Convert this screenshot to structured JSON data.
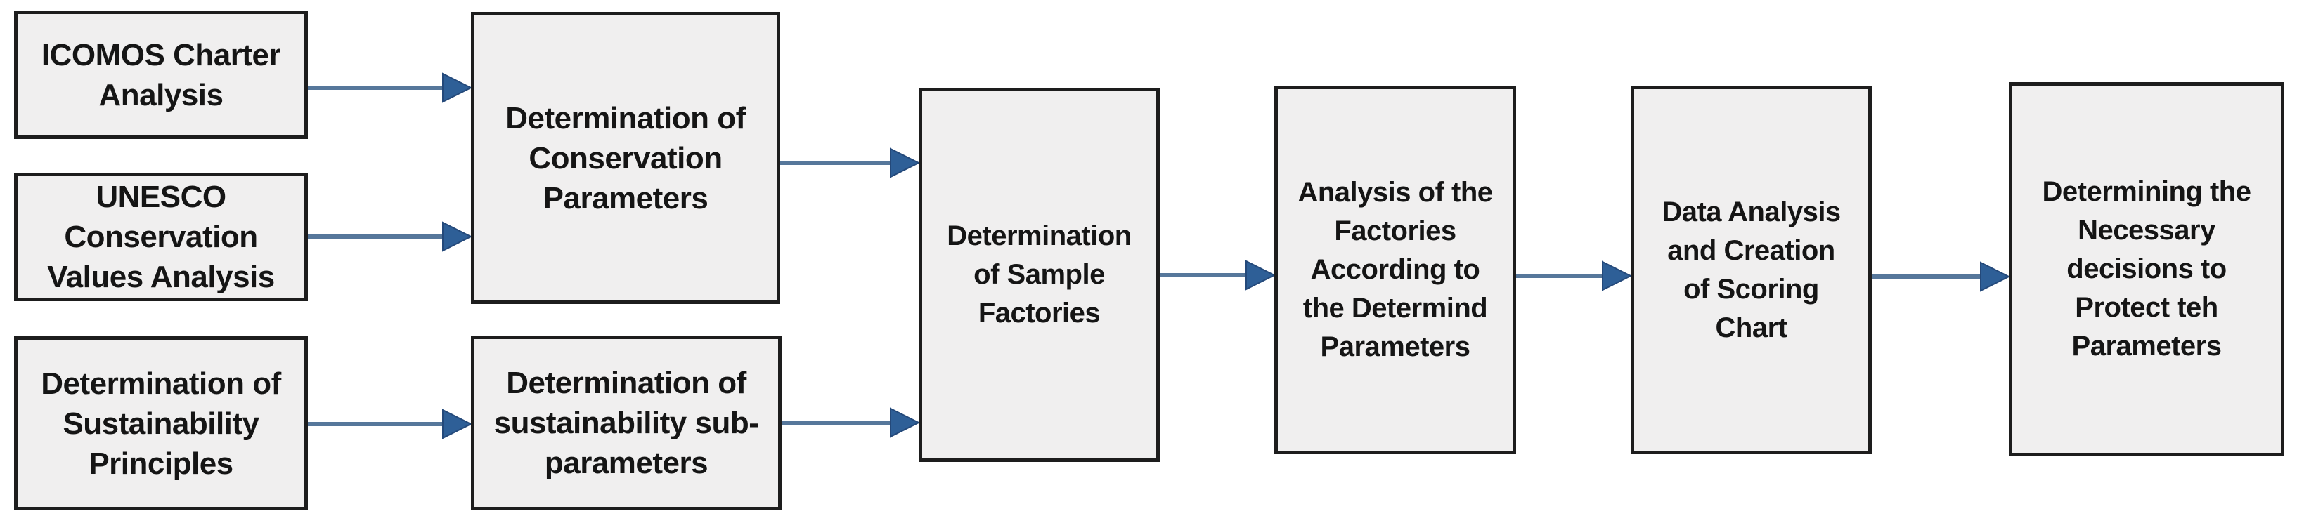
{
  "diagram": {
    "type": "flowchart",
    "colors": {
      "box_fill": "#f0efef",
      "box_border": "#1d1d1d",
      "arrow_shaft": "#56779b",
      "arrow_head": "#2e5f97",
      "text": "#151515"
    },
    "nodes": {
      "icomos": {
        "label": "ICOMOS Charter\nAnalysis"
      },
      "unesco": {
        "label": "UNESCO\nConservation\nValues Analysis"
      },
      "principles": {
        "label": "Determination of\nSustainability\nPrinciples"
      },
      "conservation": {
        "label": "Determination of\nConservation\nParameters"
      },
      "subparams": {
        "label": "Determination of\nsustainability sub-\nparameters"
      },
      "factories": {
        "label": "Determination\nof Sample\nFactories"
      },
      "analysis": {
        "label": "Analysis of the\nFactories\nAccording to\nthe Determind\nParameters"
      },
      "scoring": {
        "label": "Data Analysis\nand Creation\nof Scoring\nChart"
      },
      "decisions": {
        "pre": "Determining the\nNecessary\n",
        "bold": "decisions",
        "post": " to\nProtect teh\nParameters"
      }
    },
    "edges": [
      {
        "from": "icomos",
        "to": "conservation"
      },
      {
        "from": "unesco",
        "to": "conservation"
      },
      {
        "from": "principles",
        "to": "subparams"
      },
      {
        "from": "conservation",
        "to": "factories"
      },
      {
        "from": "subparams",
        "to": "factories"
      },
      {
        "from": "factories",
        "to": "analysis"
      },
      {
        "from": "analysis",
        "to": "scoring"
      },
      {
        "from": "scoring",
        "to": "decisions"
      }
    ]
  }
}
